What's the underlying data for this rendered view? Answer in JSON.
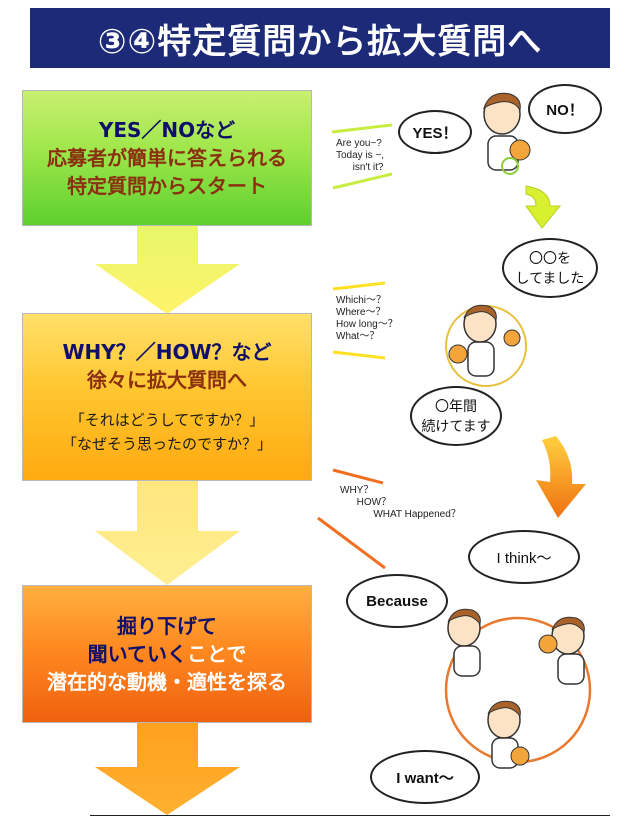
{
  "title": "③④特定質問から拡大質問へ",
  "stage1": {
    "heading": "YES／NOなど",
    "line2": "応募者が簡単に答えられる",
    "line3": "特定質問からスタート"
  },
  "stage2": {
    "heading": "WHY？／HOW？など",
    "line2": "徐々に拡大質問へ",
    "q1": "「それはどうしてですか？」",
    "q2": "「なぜそう思ったのですか？」"
  },
  "stage3": {
    "line1": "掘り下げて",
    "line2a": "聞いていく",
    "line2b": "ことで",
    "line3": "潜在的な動機・適性を探る"
  },
  "right": {
    "small1": "Are you~?\nToday is ~,\n      isn't it?",
    "yes": "YES！",
    "no": "NO！",
    "small2": "Whichi～？\nWhere～？\nHow long～？\nWhat～？",
    "bubble_oo": "〇〇を\nしてました",
    "bubble_years": "〇年間\n続けてます",
    "small3": "WHY？\n      HOW？\n            WHAT Happened？",
    "because": "Because",
    "think": "I  think～",
    "want": "I  want～"
  },
  "colors": {
    "banner": "#1c2a78",
    "stage1": "#5ed030",
    "stage2": "#ffaa10",
    "stage3": "#f06010"
  },
  "icons": [
    "down-arrow-icon",
    "curved-arrow-icon",
    "person-illustration"
  ]
}
